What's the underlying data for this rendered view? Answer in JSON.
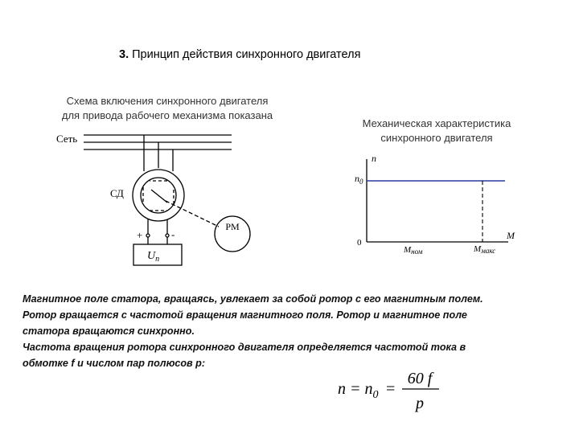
{
  "title": {
    "number": "3.",
    "text": " Принцип действия синхронного двигателя"
  },
  "scheme": {
    "caption_line1": "Схема включения синхронного двигателя",
    "caption_line2": "для привода рабочего механизма показана",
    "label_network": "Сеть",
    "label_sd": "СД",
    "label_plus": "+",
    "label_minus": "-",
    "label_pm": "РМ",
    "label_un_main": "U",
    "label_un_sub": "п"
  },
  "characteristic": {
    "caption_line1": "Механическая характеристика",
    "caption_line2": "синхронного двигателя",
    "axis_y": "n",
    "n0_main": "n",
    "n0_sub": "0",
    "origin": "0",
    "axis_x": "M",
    "m_nom_main": "M",
    "m_nom_sub": "ном",
    "m_max_main": "M",
    "m_max_sub": "макс"
  },
  "body": {
    "line1": "Магнитное поле статора, вращаясь, увлекает за собой ротор с его магнитным полем.",
    "line2": "Ротор вращается с частотой вращения магнитного поля. Ротор и магнитное поле",
    "line3": "статора вращаются синхронно.",
    "line4": "Частота вращения ротора синхронного двигателя определяется частотой тока в",
    "line5": "обмотке f и числом пар полюсов р:"
  },
  "formula": {
    "lhs": "n = n",
    "sub": "0",
    "eq": "=",
    "numerator": "60 f",
    "denominator": "p"
  },
  "colors": {
    "characteristic_line": "#2a3a9c",
    "text": "#000000"
  }
}
